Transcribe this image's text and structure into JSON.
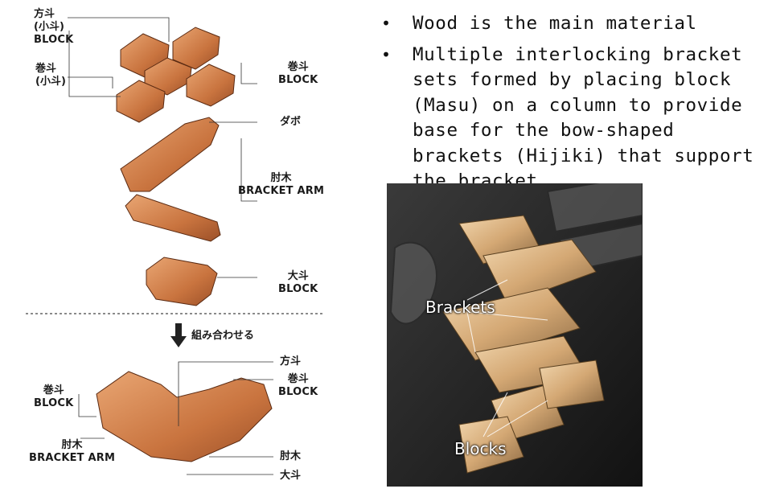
{
  "bullets": [
    "Wood is the main material",
    "Multiple interlocking bracket sets formed by placing block (Masu) on a column to provide base for the bow-shaped brackets (Hijiki) that support the bracket"
  ],
  "diagram": {
    "top_left_jp": "方斗",
    "top_left_jp_sub": "(小斗)",
    "top_left_en": "BLOCK",
    "mid_left_jp": "巻斗",
    "mid_left_jp_sub": "(小斗)",
    "right_block_jp": "巻斗",
    "right_block_en": "BLOCK",
    "dabo": "ダボ",
    "arm_jp": "肘木",
    "arm_en": "BRACKET ARM",
    "big_block_jp": "大斗",
    "big_block_en": "BLOCK",
    "assemble": "組み合わせる",
    "asm_right_top": "方斗",
    "asm_right_jp": "巻斗",
    "asm_right_en": "BLOCK",
    "asm_left_jp": "巻斗",
    "asm_left_en": "BLOCK",
    "asm_arm_jp": "肘木",
    "asm_arm_en": "BRACKET ARM",
    "asm_right_arm": "肘木",
    "asm_right_base": "大斗"
  },
  "photo": {
    "label_brackets": "Brackets",
    "label_blocks": "Blocks"
  },
  "colors": {
    "wood": "#c9743f",
    "wood_dark": "#8a4522",
    "wood_light": "#e5a06e"
  }
}
